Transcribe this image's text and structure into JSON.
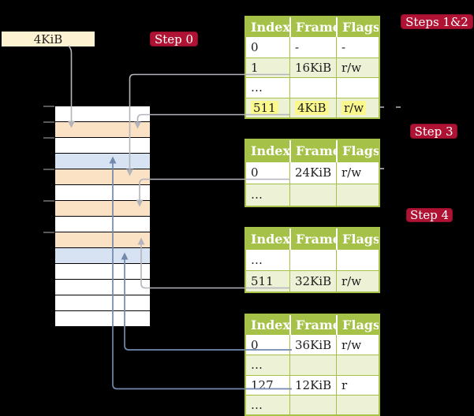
{
  "colors": {
    "background": "#000000",
    "badge_red": "#b01234",
    "table_header_green": "#a5c148",
    "table_row_green": "#edf2d7",
    "highlight_yellow": "#fbf88d",
    "frame_page_table_peach": "#fbe2c4",
    "frame_mapped_blue": "#d7e3f2",
    "page_size_label_cream": "#fdf3d3",
    "arrow_gray": "#b4b4bc",
    "arrow_blue": "#7289ad"
  },
  "page_size_label": "4KiB",
  "badges": {
    "step0": "Step 0",
    "steps12": "Steps 1&2",
    "step3": "Step 3",
    "step4": "Step 4"
  },
  "memory_column": {
    "tick_count": 6,
    "rows": [
      {
        "kind": "empty"
      },
      {
        "kind": "page-table-frame-4KiB"
      },
      {
        "kind": "empty"
      },
      {
        "kind": "mapped-page-12KiB"
      },
      {
        "kind": "page-table-frame-16KiB"
      },
      {
        "kind": "empty"
      },
      {
        "kind": "page-table-frame-24KiB"
      },
      {
        "kind": "empty"
      },
      {
        "kind": "page-table-frame-32KiB"
      },
      {
        "kind": "mapped-page-36KiB"
      },
      {
        "kind": "empty"
      },
      {
        "kind": "empty"
      },
      {
        "kind": "empty"
      },
      {
        "kind": "empty"
      }
    ]
  },
  "tables": [
    {
      "id": "table-l4",
      "step_label": "Steps 1&2",
      "headers": [
        "Index",
        "Frame",
        "Flags"
      ],
      "rows": [
        {
          "cells": [
            "0",
            "-",
            "-"
          ],
          "shaded": false,
          "highlighted": false
        },
        {
          "cells": [
            "1",
            "16KiB",
            "r/w"
          ],
          "shaded": true,
          "highlighted": false
        },
        {
          "cells": [
            "…",
            "",
            ""
          ],
          "shaded": false,
          "highlighted": false
        },
        {
          "cells": [
            "511",
            "4KiB",
            "r/w"
          ],
          "shaded": true,
          "highlighted": true
        }
      ]
    },
    {
      "id": "table-l3",
      "step_label": "Step 3",
      "headers": [
        "Index",
        "Frame",
        "Flags"
      ],
      "rows": [
        {
          "cells": [
            "0",
            "24KiB",
            "r/w"
          ],
          "shaded": false,
          "highlighted": false
        },
        {
          "cells": [
            "…",
            "",
            ""
          ],
          "shaded": true,
          "highlighted": false
        }
      ]
    },
    {
      "id": "table-l2",
      "step_label": "Step 4",
      "headers": [
        "Index",
        "Frame",
        "Flags"
      ],
      "rows": [
        {
          "cells": [
            "…",
            "",
            ""
          ],
          "shaded": false,
          "highlighted": false
        },
        {
          "cells": [
            "511",
            "32KiB",
            "r/w"
          ],
          "shaded": true,
          "highlighted": false
        }
      ]
    },
    {
      "id": "table-l1",
      "step_label": "",
      "headers": [
        "Index",
        "Frame",
        "Flags"
      ],
      "rows": [
        {
          "cells": [
            "0",
            "36KiB",
            "r/w"
          ],
          "shaded": false,
          "highlighted": false
        },
        {
          "cells": [
            "…",
            "",
            ""
          ],
          "shaded": true,
          "highlighted": false
        },
        {
          "cells": [
            "127",
            "12KiB",
            "r"
          ],
          "shaded": false,
          "highlighted": false
        },
        {
          "cells": [
            "…",
            "",
            ""
          ],
          "shaded": true,
          "highlighted": false
        }
      ]
    }
  ],
  "arrows": [
    {
      "id": "arrow-4kib-label-to-frame",
      "color": "gray",
      "from": "4KiB label",
      "to": "frame at 4KiB"
    },
    {
      "id": "arrow-l4-entry1-to-16kib",
      "color": "gray",
      "from": "L4 table entry 1",
      "to": "frame at 16KiB"
    },
    {
      "id": "arrow-l4-entry511-to-4kib",
      "color": "gray",
      "from": "L4 table entry 511",
      "to": "frame at 4KiB"
    },
    {
      "id": "arrow-l3-entry0-to-24kib",
      "color": "gray",
      "from": "L3 table entry 0",
      "to": "frame at 24KiB"
    },
    {
      "id": "arrow-l2-entry511-to-32kib",
      "color": "gray",
      "from": "L2 table entry 511",
      "to": "frame at 32KiB"
    },
    {
      "id": "arrow-l1-entry0-to-36kib",
      "color": "blue",
      "from": "L1 table entry 0",
      "to": "mapped page at 36KiB"
    },
    {
      "id": "arrow-l1-entry127-to-12kib",
      "color": "blue",
      "from": "L1 table entry 127",
      "to": "mapped page at 12KiB"
    }
  ]
}
